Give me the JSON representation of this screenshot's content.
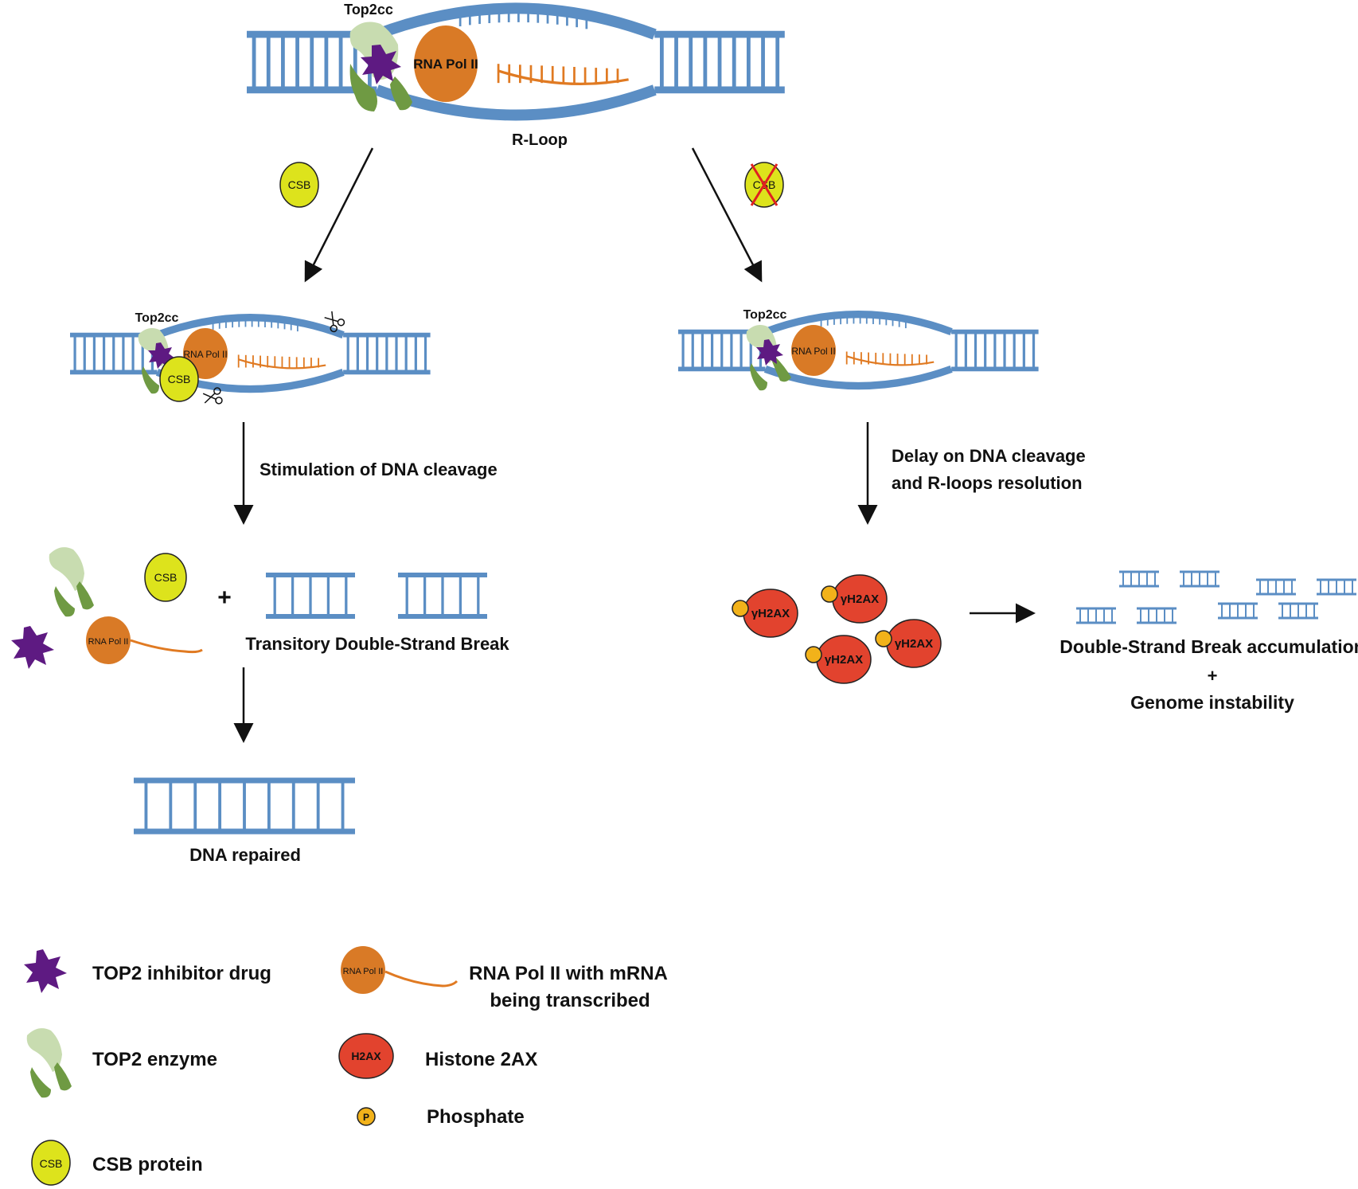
{
  "colors": {
    "dna": "#5b8ec4",
    "rna_pol": "#d97a26",
    "mrna": "#e07a22",
    "top2_light": "#c8dcb0",
    "top2_dark": "#6f9a43",
    "drug": "#5e1a82",
    "csb": "#dde31c",
    "h2ax": "#e2432e",
    "phosphate": "#f2b21a",
    "text": "#111111",
    "inhibit_x": "#e02020"
  },
  "top": {
    "top2cc_label": "Top2cc",
    "rna_pol_label": "RNA Pol II",
    "rloop_label": "R-Loop"
  },
  "left_branch": {
    "csb_label": "CSB",
    "top2cc_label": "Top2cc",
    "rna_pol_label": "RNA Pol II",
    "csb_bound_label": "CSB",
    "step1_label": "Stimulation of DNA cleavage",
    "products_csb_label": "CSB",
    "products_rnapol_label": "RNA Pol II",
    "plus": "+",
    "dsb_label": "Transitory Double-Strand Break",
    "repaired_label": "DNA repaired"
  },
  "right_branch": {
    "csb_absent_label": "CSB",
    "top2cc_label": "Top2cc",
    "rna_pol_label": "RNA Pol II",
    "step1_line1": "Delay on DNA cleavage",
    "step1_line2": "and R-loops resolution",
    "gh2ax_labels": [
      "γH2AX",
      "γH2AX",
      "γH2AX",
      "γH2AX"
    ],
    "outcome_line1": "Double-Strand Break accumulation",
    "outcome_plus": "+",
    "outcome_line2": "Genome instability"
  },
  "legend": {
    "drug": "TOP2 inhibitor drug",
    "enzyme": "TOP2 enzyme",
    "csb_icon": "CSB",
    "csb": "CSB protein",
    "rnapol_icon": "RNA Pol II",
    "rnapol_line1": "RNA Pol II with mRNA",
    "rnapol_line2": "being transcribed",
    "h2ax_icon": "H2AX",
    "h2ax": "Histone 2AX",
    "phosphate_icon": "P",
    "phosphate": "Phosphate"
  }
}
